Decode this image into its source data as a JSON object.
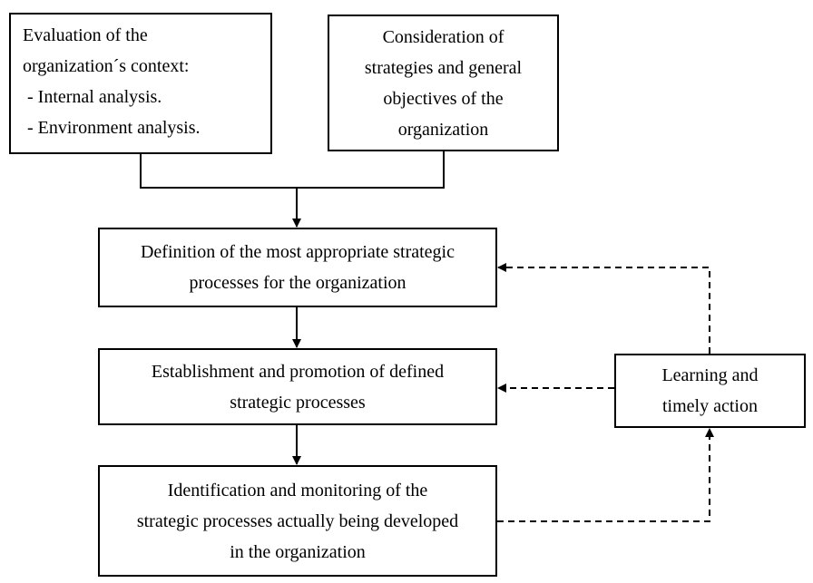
{
  "diagram": {
    "context_box": {
      "lines": [
        "Evaluation of the",
        "organization´s context:",
        " - Internal analysis.",
        " - Environment analysis."
      ]
    },
    "strategies_box": {
      "lines": [
        "Consideration of",
        "strategies and general",
        "objectives of the",
        "organization"
      ]
    },
    "definition_box": {
      "lines": [
        "Definition of the most appropriate strategic",
        "processes for the organization"
      ]
    },
    "establishment_box": {
      "lines": [
        "Establishment and promotion of defined",
        "strategic processes"
      ]
    },
    "identification_box": {
      "lines": [
        "Identification and monitoring of the",
        "strategic processes actually being developed",
        "in the organization"
      ]
    },
    "learning_box": {
      "lines": [
        "Learning and",
        "timely action"
      ]
    }
  },
  "colors": {
    "line": "#000000",
    "background": "#ffffff"
  }
}
